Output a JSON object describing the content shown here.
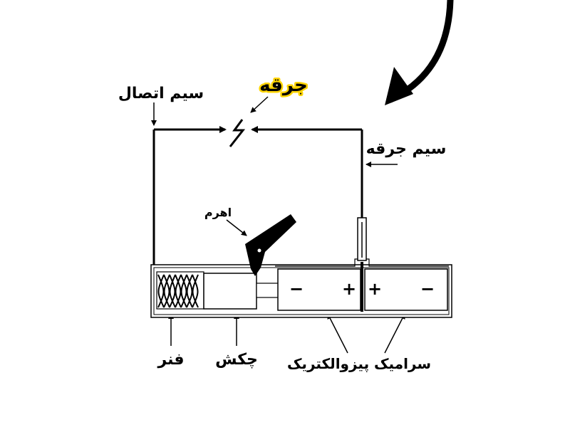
{
  "labels": {
    "connection_wire": "سیم اتصال",
    "spark": "جرقه",
    "spark_wire": "سیم جرقه",
    "lever": "اهرم",
    "spring": "فنر",
    "hammer": "چکش",
    "piezo_ceramic": "سرامیک پیزوالکتریک"
  },
  "signs": {
    "left_negative": "−",
    "left_positive": "+",
    "right_positive": "+",
    "right_negative": "−"
  },
  "colors": {
    "spark_label": "#ff1f6b",
    "spark_label_outline": "#ffd400",
    "line": "#000000",
    "background": "#ffffff"
  },
  "icons": {
    "spark": "lightning-spark-icon",
    "pointer": "curved-arrow-icon"
  }
}
